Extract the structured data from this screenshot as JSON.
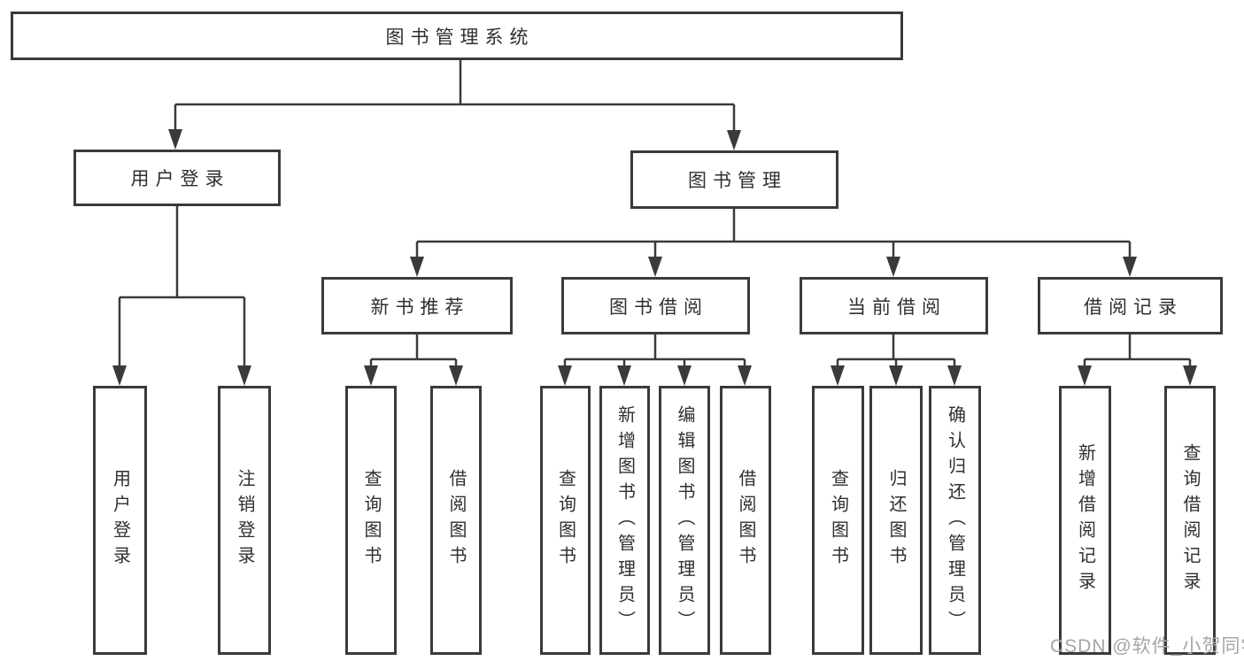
{
  "diagram": {
    "title": "图书管理系统",
    "nodes": {
      "root": {
        "label": "图书管理系统"
      },
      "user_login": {
        "label": "用户登录"
      },
      "book_mgmt": {
        "label": "图书管理"
      },
      "new_rec": {
        "label": "新书推荐"
      },
      "book_borrow": {
        "label": "图书借阅"
      },
      "current_borrow": {
        "label": "当前借阅"
      },
      "borrow_record": {
        "label": "借阅记录"
      }
    },
    "leaves": [
      {
        "parent": "用户登录",
        "label": "用户登录"
      },
      {
        "parent": "用户登录",
        "label": "注销登录"
      },
      {
        "parent": "新书推荐",
        "label": "查询图书"
      },
      {
        "parent": "新书推荐",
        "label": "借阅图书"
      },
      {
        "parent": "图书借阅",
        "label": "查询图书"
      },
      {
        "parent": "图书借阅",
        "label": "新增图书（管理员）"
      },
      {
        "parent": "图书借阅",
        "label": "编辑图书（管理员）"
      },
      {
        "parent": "图书借阅",
        "label": "借阅图书"
      },
      {
        "parent": "当前借阅",
        "label": "查询图书"
      },
      {
        "parent": "当前借阅",
        "label": "归还图书"
      },
      {
        "parent": "当前借阅",
        "label": "确认归还（管理员）"
      },
      {
        "parent": "借阅记录",
        "label": "新增借阅记录"
      },
      {
        "parent": "借阅记录",
        "label": "查询借阅记录"
      }
    ]
  },
  "watermark": {
    "text": "CSDN @软件_小贺同学"
  },
  "colors": {
    "line": "#3a3a3a",
    "text": "#2f2f2f",
    "watermark": "#a6a6a6",
    "background": "#ffffff"
  }
}
